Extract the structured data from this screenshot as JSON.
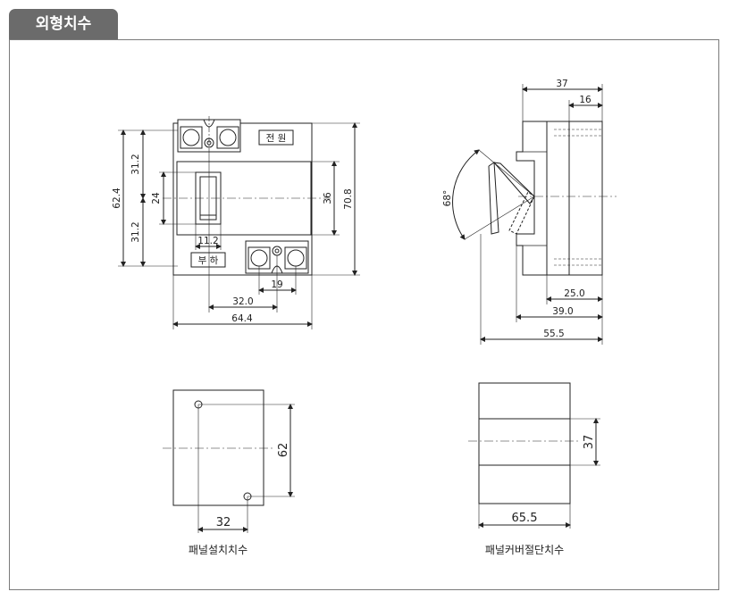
{
  "header": {
    "title": "외형치수"
  },
  "front_view": {
    "label_power": "전 원",
    "label_load": "부 하",
    "dim_total_height": "70.8",
    "dim_inner_height": "62.4",
    "dim_upper": "31.2",
    "dim_lower": "31.2",
    "dim_handle": "24",
    "dim_window": "36",
    "dim_handle_width": "11.2",
    "dim_terminal_pitch": "19",
    "dim_mount_pitch": "32.0",
    "dim_width": "64.4"
  },
  "side_view": {
    "dim_top_37": "37",
    "dim_top_16": "16",
    "angle": "68°",
    "dim_25": "25.0",
    "dim_39": "39.0",
    "dim_55": "55.5"
  },
  "panel_mount": {
    "caption": "패널설치치수",
    "dim_height": "62",
    "dim_width": "32"
  },
  "panel_cutout": {
    "caption": "패널커버절단치수",
    "dim_height": "37",
    "dim_width": "65.5"
  }
}
